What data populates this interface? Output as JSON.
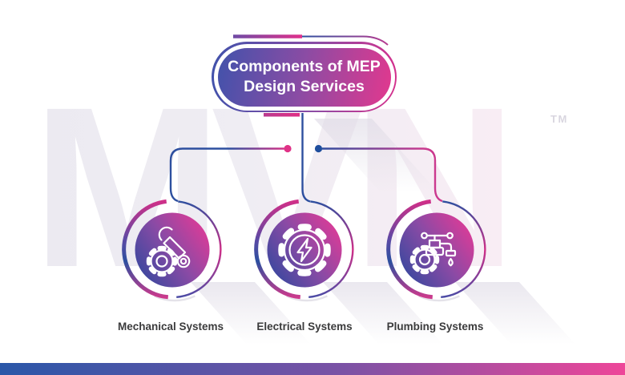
{
  "title": {
    "line1": "Components of MEP",
    "line2": "Design Services"
  },
  "watermark": {
    "text": "MVN",
    "trademark": "TM"
  },
  "nodes": [
    {
      "id": "mechanical",
      "label": "Mechanical Systems",
      "icon": "wrench-gear-icon"
    },
    {
      "id": "electrical",
      "label": "Electrical Systems",
      "icon": "gear-lightning-icon"
    },
    {
      "id": "plumbing",
      "label": "Plumbing Systems",
      "icon": "faucet-gear-icon"
    }
  ],
  "colors": {
    "blue": "#2d4f9f",
    "pink": "#d62f88",
    "pill_gradient_start": "#4252ab",
    "pill_gradient_end": "#e2388e",
    "footer_gradient_start": "#2a57a8",
    "footer_gradient_end": "#ee4699",
    "label_text": "#3b3b3c"
  }
}
